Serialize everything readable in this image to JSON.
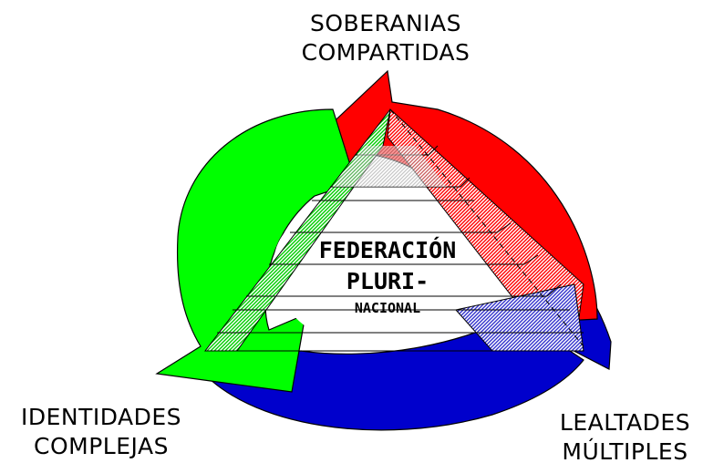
{
  "diagram": {
    "top_label": [
      "SOBERANIAS",
      "COMPARTIDAS"
    ],
    "left_label": [
      "IDENTIDADES",
      "COMPLEJAS"
    ],
    "right_label": [
      "LEALTADES",
      "MÚLTIPLES"
    ],
    "center_label": [
      "FEDERACIÓN",
      "PLURI-",
      "NACIONAL"
    ],
    "colors": {
      "red_arrow": "#ff0000",
      "green_arrow": "#00ff00",
      "blue_arrow": "#0000cc",
      "pyramid_fill": "#c0c0c0",
      "outline": "#000000"
    }
  }
}
